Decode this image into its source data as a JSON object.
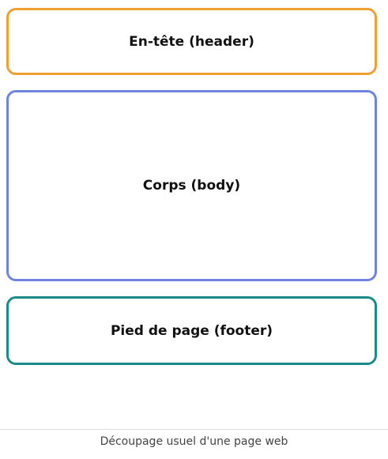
{
  "blocks": {
    "header": {
      "label": "En-tête (header)",
      "color": "#f0a030"
    },
    "body": {
      "label": "Corps (body)",
      "color": "#6f84e0"
    },
    "footer": {
      "label": "Pied de page (footer)",
      "color": "#1a8a8a"
    }
  },
  "caption": "Découpage usuel d'une page web"
}
